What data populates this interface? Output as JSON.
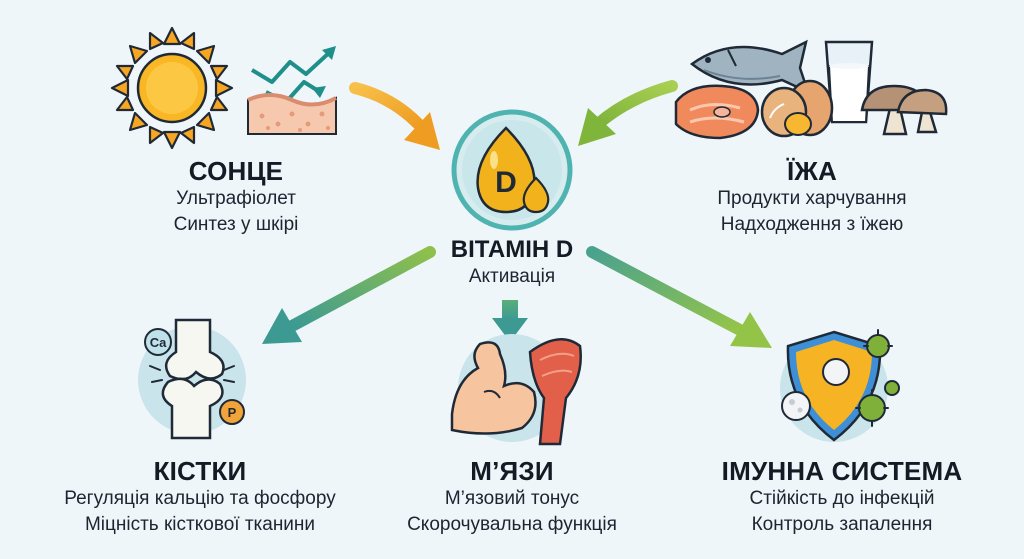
{
  "center": {
    "badge_letter": "D",
    "title": "ВІТАМІН D",
    "subtitle": "Активація"
  },
  "sun": {
    "title": "СОНЦЕ",
    "line1": "Ультрафіолет",
    "line2": "Синтез у шкірі",
    "icon": "sun-icon"
  },
  "food": {
    "title": "ЇЖА",
    "line1": "Продукти харчування",
    "line2": "Надходження з їжею",
    "icon": "food-icon"
  },
  "bones": {
    "title": "КІСТКИ",
    "line1": "Регуляція кальцію та фосфору",
    "line2": "Міцність кісткової тканини",
    "ca_label": "Ca",
    "p_label": "P",
    "icon": "bone-joint-icon"
  },
  "muscles": {
    "title": "М’ЯЗИ",
    "line1": "М’язовий тонус",
    "line2": "Скорочувальна функція",
    "icon": "flexed-arm-icon"
  },
  "immune": {
    "title": "ІМУННА СИСТЕМА",
    "line1": "Стійкість до інфекцій",
    "line2": "Контроль запалення",
    "icon": "shield-virus-icon"
  },
  "colors": {
    "background": "#eef6fa",
    "sun_arrow": "#f3a72a",
    "green_arrow": "#8fbf3f",
    "teal_arrow": "#3f9e92",
    "badge_ring": "#4fb3b0",
    "vitamin_drop": "#f2b21b"
  }
}
